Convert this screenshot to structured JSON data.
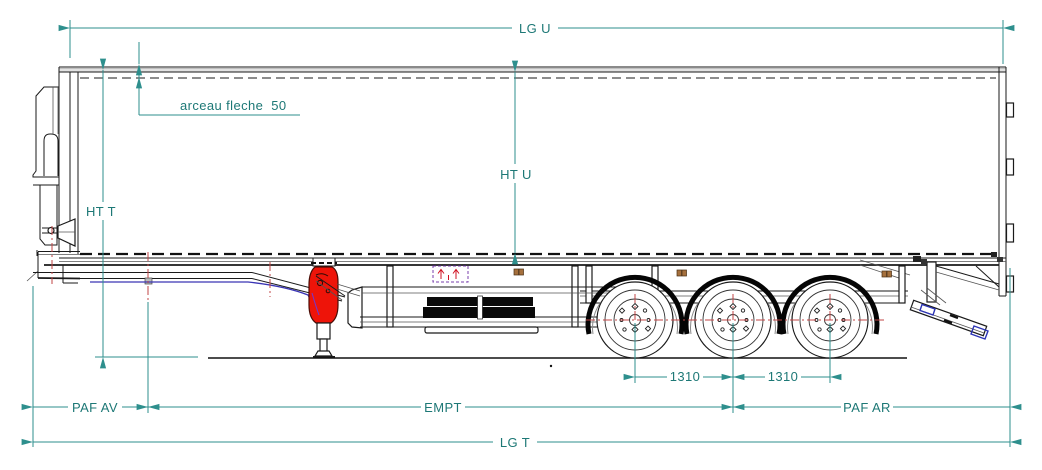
{
  "drawing": {
    "labels": {
      "usable_length": "LG U",
      "roof_bow_note": "arceau fleche  50",
      "usable_height": "HT U",
      "total_height": "HT T",
      "front_overhang": "PAF AV",
      "wheelbase": "EMPT",
      "rear_overhang": "PAF AR",
      "total_length": "LG T",
      "axle_spacing_1": "1310",
      "axle_spacing_2": "1310"
    },
    "colors": {
      "dimension_lines": "#2e8f8d",
      "dimension_text": "#1d7876",
      "centerline_red": "#c04545",
      "landing_gear_fill": "#ee1409",
      "pneumatic_line": "#3a35b5",
      "detail_marker_purple": "#7a3fae",
      "detail_marker_red": "#cf1020",
      "clip_marker_brown": "#a5703d"
    }
  }
}
